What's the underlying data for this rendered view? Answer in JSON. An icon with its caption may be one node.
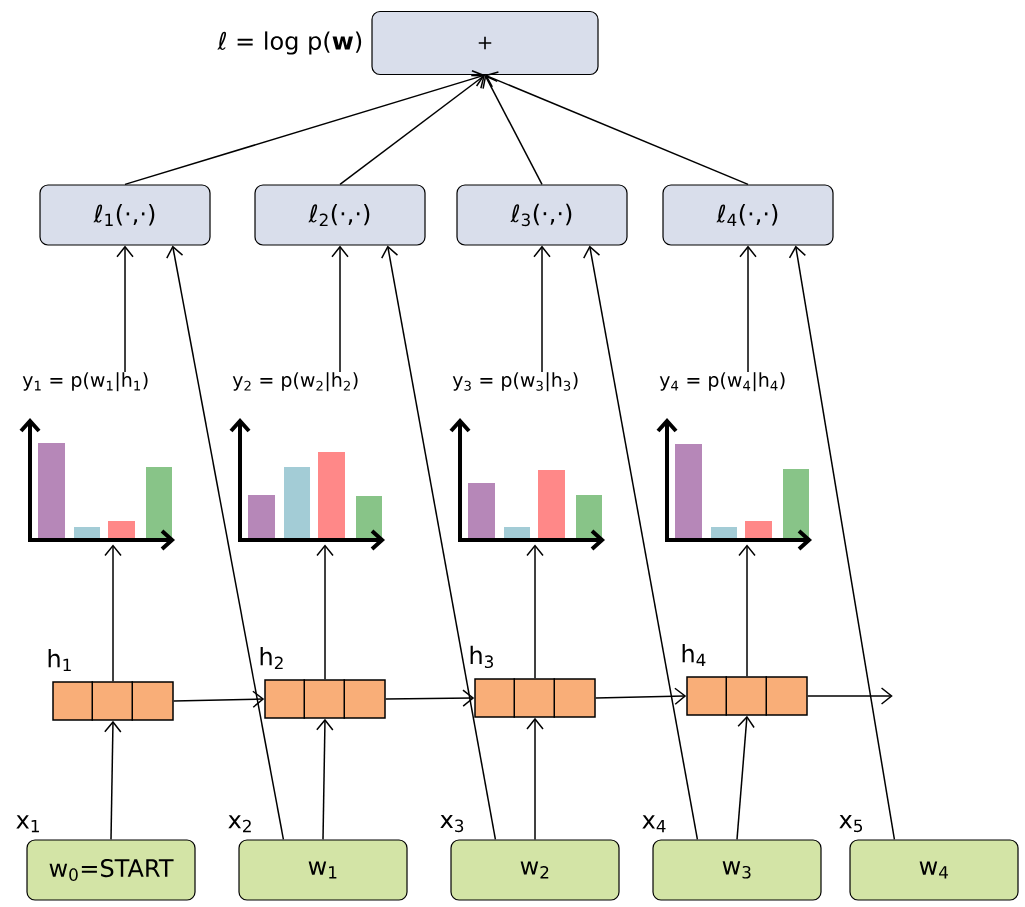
{
  "diagram": {
    "nodes": [
      {
        "text": [
          "+"
        ],
        "beside": [
          "ℓ = log p(**w**)"
        ]
      },
      {
        "text": [
          "ℓ$_{1}$(·,·)"
        ]
      },
      {
        "text": [
          "ℓ$_{2}$(·,·)"
        ]
      },
      {
        "text": [
          "ℓ$_{3}$(·,·)"
        ]
      },
      {
        "text": [
          "ℓ$_{4}$(·,·)"
        ]
      },
      {
        "text": [
          "y$_{1}$ = p(w$_{1}$|h$_{1}$)"
        ]
      },
      {
        "text": [
          "y$_{2}$ = p(w$_{2}$|h$_{2}$)"
        ]
      },
      {
        "text": [
          "y$_{3}$ = p(w$_{3}$|h$_{3}$)"
        ]
      },
      {
        "text": [
          "y$_{4}$ = p(w$_{4}$|h$_{4}$)"
        ]
      },
      {
        "text": [
          "h$_{1}$"
        ]
      },
      {
        "text": [
          "h$_{2}$"
        ]
      },
      {
        "text": [
          "h$_{3}$"
        ]
      },
      {
        "text": [
          "h$_{4}$"
        ]
      },
      {
        "text": [
          "w$_{0}$=START"
        ],
        "beside": [
          "x$_{1}$"
        ]
      },
      {
        "text": [
          "w$_{1}$"
        ],
        "beside": [
          "x$_{2}$"
        ]
      },
      {
        "text": [
          "w$_{2}$"
        ],
        "beside": [
          "x$_{3}$"
        ]
      },
      {
        "text": [
          "w$_{3}$"
        ],
        "beside": [
          "x$_{4}$"
        ]
      },
      {
        "text": [
          "w$_{4}$"
        ],
        "beside": [
          "x$_{5}$"
        ]
      }
    ],
    "edges": [
      {
        "from": 1,
        "to": 0,
        "arrow": "to"
      },
      {
        "from": 2,
        "to": 0,
        "arrow": "to"
      },
      {
        "from": 3,
        "to": 0,
        "arrow": "to"
      },
      {
        "from": 4,
        "to": 0,
        "arrow": "to"
      },
      {
        "from": 5,
        "to": 1,
        "arrow": "to"
      },
      {
        "from": 6,
        "to": 2,
        "arrow": "to"
      },
      {
        "from": 7,
        "to": 3,
        "arrow": "to"
      },
      {
        "from": 8,
        "to": 4,
        "arrow": "to"
      },
      {
        "from": 9,
        "to": 5,
        "arrow": "to"
      },
      {
        "from": 10,
        "to": 6,
        "arrow": "to"
      },
      {
        "from": 11,
        "to": 7,
        "arrow": "to"
      },
      {
        "from": 12,
        "to": 8,
        "arrow": "to"
      },
      {
        "from": 13,
        "to": 9,
        "arrow": "to"
      },
      {
        "from": 14,
        "to": 10,
        "arrow": "to"
      },
      {
        "from": 15,
        "to": 11,
        "arrow": "to"
      },
      {
        "from": 16,
        "to": 12,
        "arrow": "to"
      },
      {
        "from": 9,
        "to": 10,
        "arrow": "to"
      },
      {
        "from": 10,
        "to": 11,
        "arrow": "to"
      },
      {
        "from": 11,
        "to": 12,
        "arrow": "to"
      },
      {
        "from": 12,
        "to": null,
        "arrow": "to"
      },
      {
        "from": 14,
        "to": 1,
        "arrow": "to"
      },
      {
        "from": 15,
        "to": 2,
        "arrow": "to"
      },
      {
        "from": 16,
        "to": 3,
        "arrow": "to"
      },
      {
        "from": 17,
        "to": 4,
        "arrow": "to"
      }
    ]
  }
}
